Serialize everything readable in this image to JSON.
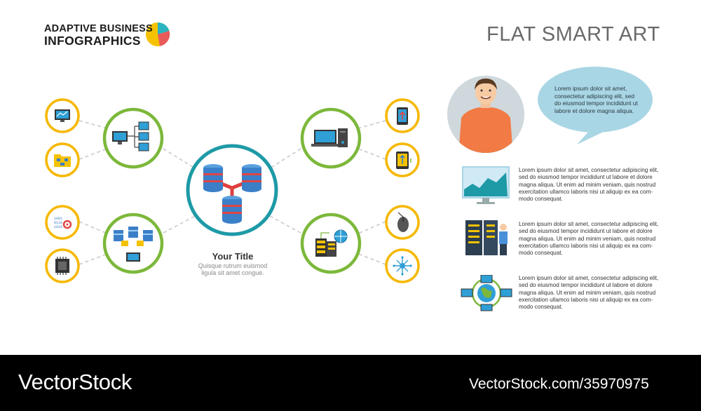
{
  "header": {
    "brand_line1": "ADAPTIVE BUSINESS",
    "brand_line2": "INFOGRAPHICS",
    "title": "FLAT SMART ART"
  },
  "diagram": {
    "center_title": "Your Title",
    "center_desc_line1": "Quisque rutrum euismod",
    "center_desc_line2": "ligula sit amet congue.",
    "hub_icon": "database-cluster-icon",
    "groups": [
      {
        "icon": "network-computers-icon",
        "children": [
          "desktop-chart-icon",
          "folder-flowchart-icon"
        ]
      },
      {
        "icon": "laptop-tower-icon",
        "children": [
          "smartphone-upload-icon",
          "tablet-sync-icon"
        ]
      },
      {
        "icon": "server-transfer-icon",
        "children": [
          "binary-gear-icon",
          "cpu-chip-icon"
        ]
      },
      {
        "icon": "server-globe-icon",
        "children": [
          "computer-mouse-icon",
          "circuit-icon"
        ]
      }
    ],
    "colors": {
      "green": "#7cb83a",
      "teal": "#1d9aa6",
      "yellow": "#f5b800",
      "connector": "#cfcfcf"
    }
  },
  "side": {
    "bubble": {
      "lines": [
        "Lorem ipsum dolor sit amet,",
        "consectetur adipiscing elit, sed",
        "do eiusmod tempor incididunt ut",
        "labore et dolore magna aliqua."
      ]
    },
    "items": [
      {
        "icon": "monitor-chart-icon",
        "lines": [
          "Lorem ipsum dolor sit amet, consectetur adipiscing elit,",
          "sed do eiusmod tempor incididunt ut labore et dolore",
          "magna aliqua. Ut enim ad minim veniam, quis nostrud",
          "exercitation ullamco laboris nisi ut aliquip ex ea com-",
          "modo consequat."
        ]
      },
      {
        "icon": "server-room-icon",
        "lines": [
          "Lorem ipsum dolor sit amet, consectetur adipiscing elit,",
          "sed do eiusmod tempor incididunt ut labore et dolore",
          "magna aliqua. Ut enim ad minim veniam, quis nostrud",
          "exercitation ullamco laboris nisi ut aliquip ex ea com-",
          "modo consequat."
        ]
      },
      {
        "icon": "global-network-icon",
        "lines": [
          "Lorem ipsum dolor sit amet, consectetur adipiscing elit,",
          "sed do eiusmod tempor incididunt ut labore et dolore",
          "magna aliqua. Ut enim ad minim veniam, quis nostrud",
          "exercitation ullamco laboris nisi ut aliquip ex ea com-",
          "modo consequat."
        ]
      }
    ]
  },
  "footer": {
    "logo": "VectorStock",
    "url": "VectorStock.com/35970975"
  }
}
